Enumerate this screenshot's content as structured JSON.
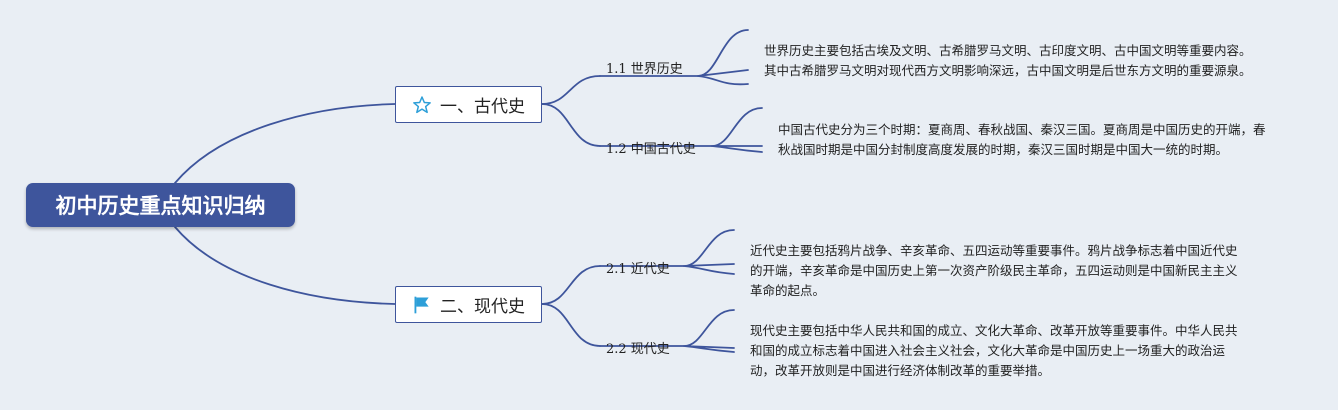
{
  "root": {
    "title": "初中历史重点知识归纳"
  },
  "sections": [
    {
      "label": "一、古代史",
      "icon": "star-outline-icon",
      "children": [
        {
          "label": "1.1 世界历史",
          "detail": "世界历史主要包括古埃及文明、古希腊罗马文明、古印度文明、古中国文明等重要内容。其中古希腊罗马文明对现代西方文明影响深远，古中国文明是后世东方文明的重要源泉。"
        },
        {
          "label": "1.2 中国古代史",
          "detail": "中国古代史分为三个时期：夏商周、春秋战国、秦汉三国。夏商周是中国历史的开端，春秋战国时期是中国分封制度高度发展的时期，秦汉三国时期是中国大一统的时期。"
        }
      ]
    },
    {
      "label": "二、现代史",
      "icon": "blue-flag-icon",
      "children": [
        {
          "label": "2.1 近代史",
          "detail": "近代史主要包括鸦片战争、辛亥革命、五四运动等重要事件。鸦片战争标志着中国近代史的开端，辛亥革命是中国历史上第一次资产阶级民主革命，五四运动则是中国新民主主义革命的起点。"
        },
        {
          "label": "2.2 现代史",
          "detail": "现代史主要包括中华人民共和国的成立、文化大革命、改革开放等重要事件。中华人民共和国的成立标志着中国进入社会主义社会，文化大革命是中国历史上一场重大的政治运动，改革开放则是中国进行经济体制改革的重要举措。"
        }
      ]
    }
  ],
  "colors": {
    "accent": "#3e559c",
    "background": "#e9eef4",
    "icon": "#2d9fd8"
  }
}
